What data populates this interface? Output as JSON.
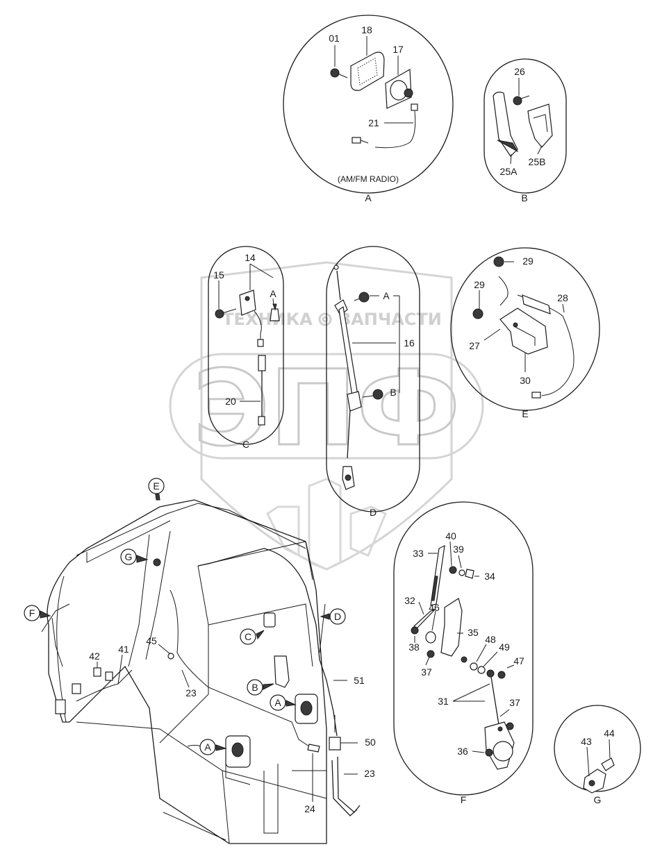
{
  "watermark": {
    "brand": "ЭПФ",
    "text_left": "ТЕХНИКА",
    "text_right": "ЗАПЧАСТИ"
  },
  "views": {
    "A": {
      "letter": "A",
      "caption": "(AM/FM RADIO)",
      "parts": [
        "01",
        "18",
        "17",
        "21"
      ]
    },
    "B": {
      "letter": "B",
      "parts": [
        "26",
        "25A",
        "25B"
      ]
    },
    "C": {
      "letter": "C",
      "pointer": "A",
      "parts": [
        "14",
        "15",
        "20"
      ]
    },
    "D": {
      "letter": "D",
      "pointer_top": "A",
      "pointer_bottom": "B",
      "parts": [
        "16"
      ]
    },
    "E": {
      "letter": "E",
      "parts": [
        "29",
        "29",
        "28",
        "27",
        "30"
      ]
    },
    "F": {
      "letter": "F",
      "parts": [
        "40",
        "39",
        "33",
        "34",
        "32",
        "46",
        "35",
        "38",
        "48",
        "49",
        "37",
        "47",
        "31",
        "37",
        "36"
      ]
    },
    "G": {
      "letter": "G",
      "parts": [
        "43",
        "44"
      ]
    }
  },
  "main_callouts": {
    "E": "E",
    "G": "G",
    "F": "F",
    "D": "D",
    "C": "C",
    "B": "B",
    "A1": "A",
    "A2": "A"
  },
  "main_parts": [
    "45",
    "42",
    "41",
    "23",
    "51",
    "50",
    "23",
    "24"
  ]
}
